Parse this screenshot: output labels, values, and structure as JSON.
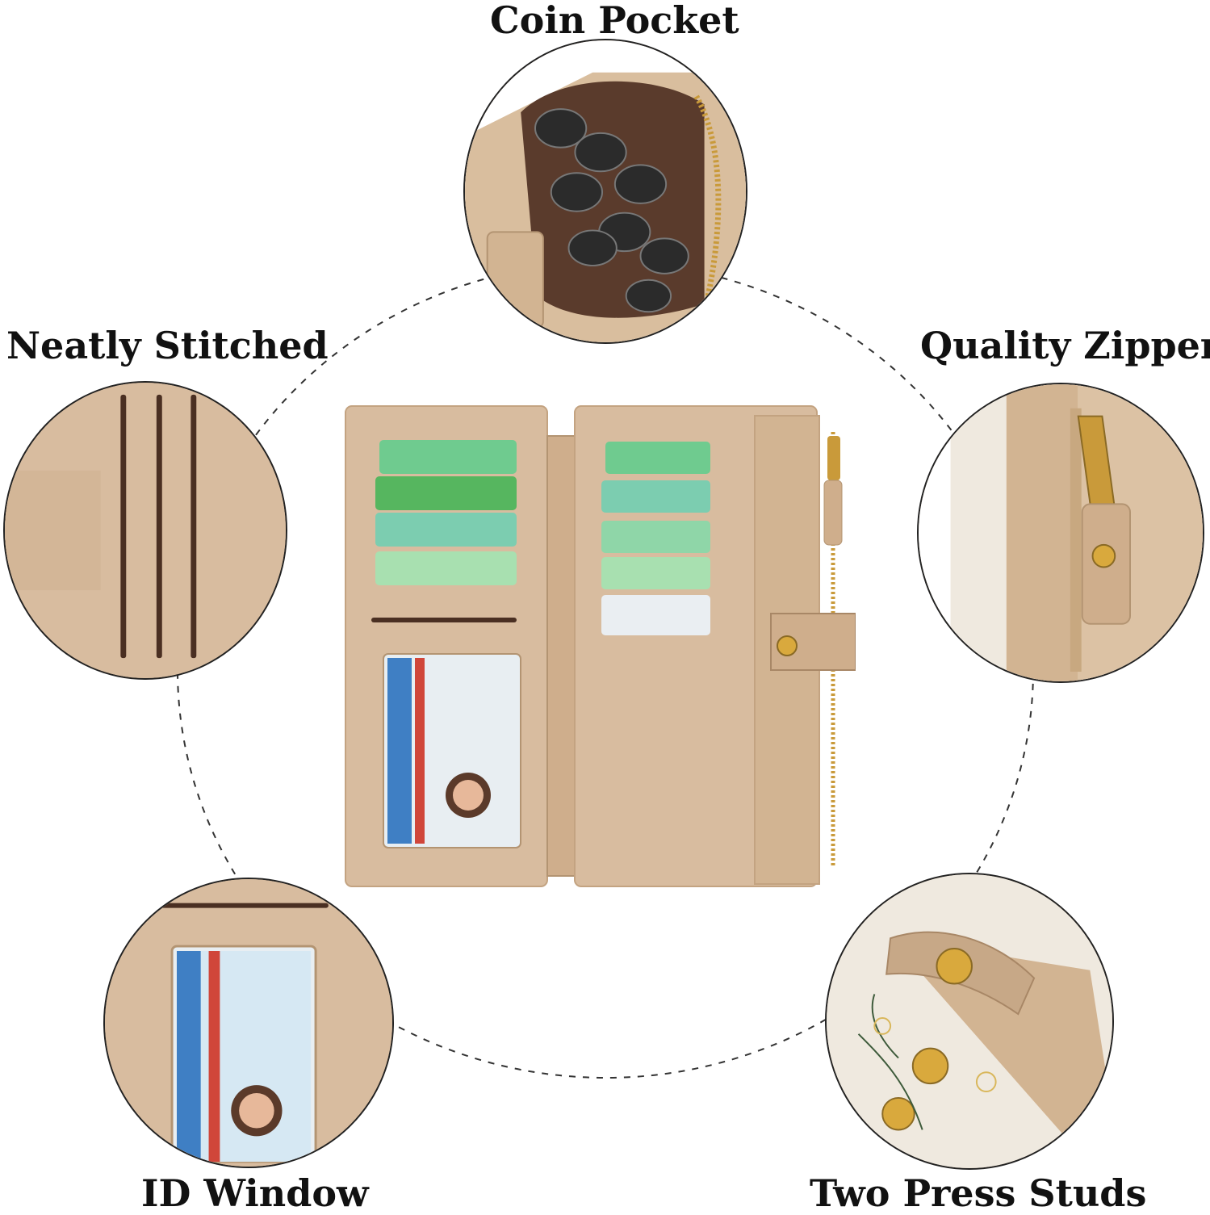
{
  "features": {
    "coin_pocket": "Coin Pocket",
    "neatly_stitched": "Neatly Stitched",
    "quality_zipper": "Quality Zipper",
    "id_window": "ID Window",
    "two_press_studs": "Two Press Studs"
  },
  "colors": {
    "leather": "#d8bc9f",
    "leather_dark": "#c7a887",
    "stitch": "#4a2f22",
    "gold": "#c99a3a",
    "outline": "#222222",
    "canvas": "#efe9df"
  }
}
